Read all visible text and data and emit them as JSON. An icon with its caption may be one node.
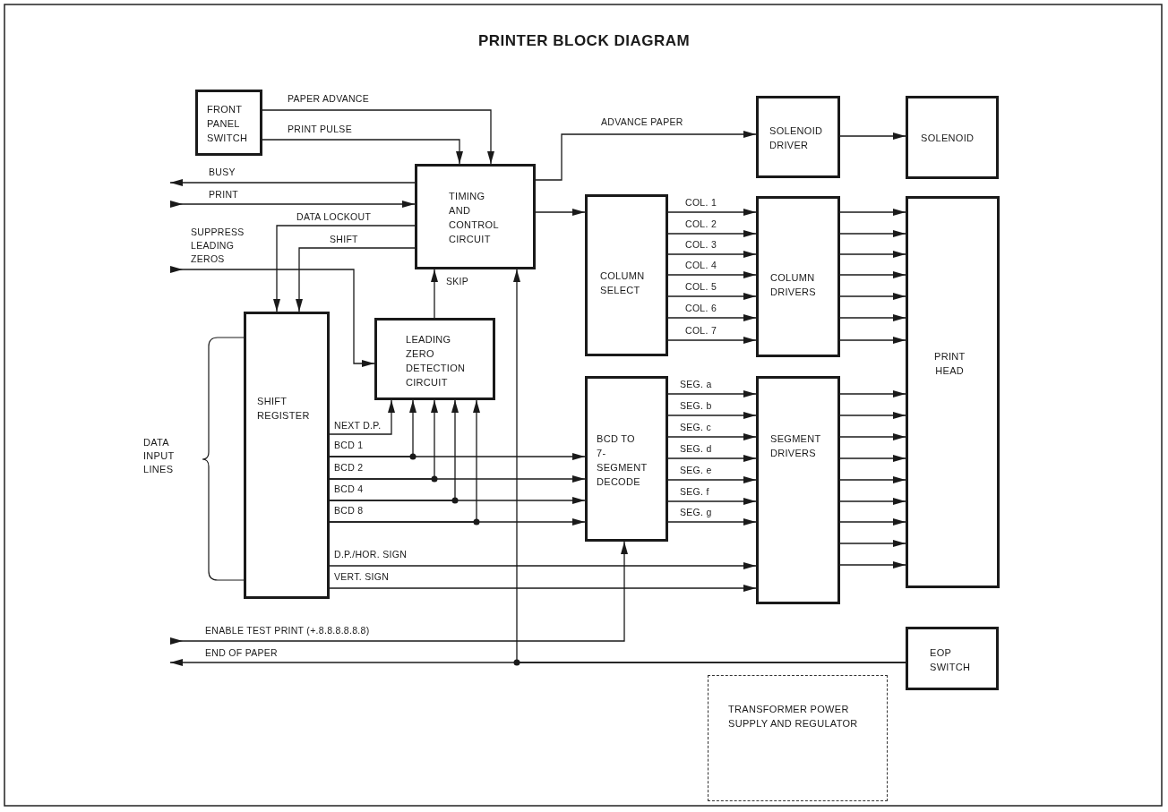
{
  "diagram": {
    "title": "PRINTER BLOCK DIAGRAM",
    "nodes": [
      {
        "text": [
          "FRONT PANEL SWITCH"
        ]
      },
      {
        "text": [
          "TIMING AND CONTROL CIRCUIT"
        ]
      },
      {
        "text": [
          "SOLENOID DRIVER"
        ]
      },
      {
        "text": [
          "SOLENOID"
        ]
      },
      {
        "text": [
          "COLUMN SELECT"
        ]
      },
      {
        "text": [
          "COLUMN DRIVERS"
        ]
      },
      {
        "text": [
          "PRINT HEAD"
        ]
      },
      {
        "text": [
          "LEADING ZERO DETECTION CIRCUIT"
        ]
      },
      {
        "text": [
          "SHIFT REGISTER"
        ]
      },
      {
        "text": [
          "BCD TO 7-SEGMENT DECODE"
        ]
      },
      {
        "text": [
          "SEGMENT DRIVERS"
        ]
      },
      {
        "text": [
          "EOP SWITCH"
        ]
      },
      {
        "text": [
          "TRANSFORMER POWER SUPPLY AND REGULATOR"
        ]
      }
    ],
    "edges": [
      {
        "from": 0,
        "to": 1,
        "arrow": "to",
        "label": "PAPER ADVANCE"
      },
      {
        "from": 0,
        "to": 1,
        "arrow": "to",
        "label": "PRINT PULSE"
      },
      {
        "from": 1,
        "to": null,
        "arrow": "to",
        "label": "BUSY"
      },
      {
        "from": null,
        "to": 1,
        "arrow": "to",
        "label": "PRINT"
      },
      {
        "from": 1,
        "to": 8,
        "arrow": "to",
        "label": "DATA LOCKOUT"
      },
      {
        "from": 1,
        "to": 8,
        "arrow": "to",
        "label": "SHIFT"
      },
      {
        "from": null,
        "to": 7,
        "arrow": "to",
        "label": "SUPPRESS LEADING ZEROS"
      },
      {
        "from": 7,
        "to": 1,
        "arrow": "to",
        "label": "SKIP"
      },
      {
        "from": 1,
        "to": 2,
        "arrow": "to",
        "label": "ADVANCE PAPER"
      },
      {
        "from": 1,
        "to": 4,
        "arrow": "to"
      },
      {
        "from": 2,
        "to": 3,
        "arrow": "to"
      },
      {
        "from": 4,
        "to": 5,
        "arrow": "to",
        "label": "COL. 1"
      },
      {
        "from": 4,
        "to": 5,
        "arrow": "to",
        "label": "COL. 2"
      },
      {
        "from": 4,
        "to": 5,
        "arrow": "to",
        "label": "COL. 3"
      },
      {
        "from": 4,
        "to": 5,
        "arrow": "to",
        "label": "COL. 4"
      },
      {
        "from": 4,
        "to": 5,
        "arrow": "to",
        "label": "COL. 5"
      },
      {
        "from": 4,
        "to": 5,
        "arrow": "to",
        "label": "COL. 6"
      },
      {
        "from": 4,
        "to": 5,
        "arrow": "to",
        "label": "COL. 7"
      },
      {
        "from": 5,
        "to": 6,
        "arrow": "to"
      },
      {
        "from": 5,
        "to": 6,
        "arrow": "to"
      },
      {
        "from": 5,
        "to": 6,
        "arrow": "to"
      },
      {
        "from": 5,
        "to": 6,
        "arrow": "to"
      },
      {
        "from": 5,
        "to": 6,
        "arrow": "to"
      },
      {
        "from": 5,
        "to": 6,
        "arrow": "to"
      },
      {
        "from": 5,
        "to": 6,
        "arrow": "to"
      },
      {
        "from": 8,
        "to": 7,
        "arrow": "to",
        "label": "NEXT D.P."
      },
      {
        "from": 8,
        "to": 9,
        "arrow": "to",
        "label": "BCD 1"
      },
      {
        "from": 8,
        "to": 7,
        "arrow": "to"
      },
      {
        "from": 8,
        "to": 9,
        "arrow": "to",
        "label": "BCD 2"
      },
      {
        "from": 8,
        "to": 7,
        "arrow": "to"
      },
      {
        "from": 8,
        "to": 9,
        "arrow": "to",
        "label": "BCD 4"
      },
      {
        "from": 8,
        "to": 7,
        "arrow": "to"
      },
      {
        "from": 8,
        "to": 9,
        "arrow": "to",
        "label": "BCD 8"
      },
      {
        "from": 8,
        "to": 7,
        "arrow": "to"
      },
      {
        "from": 8,
        "to": 10,
        "arrow": "to",
        "label": "D.P./HOR. SIGN"
      },
      {
        "from": 8,
        "to": 10,
        "arrow": "to",
        "label": "VERT. SIGN"
      },
      {
        "from": 9,
        "to": 10,
        "arrow": "to",
        "label": "SEG. a"
      },
      {
        "from": 9,
        "to": 10,
        "arrow": "to",
        "label": "SEG. b"
      },
      {
        "from": 9,
        "to": 10,
        "arrow": "to",
        "label": "SEG. c"
      },
      {
        "from": 9,
        "to": 10,
        "arrow": "to",
        "label": "SEG. d"
      },
      {
        "from": 9,
        "to": 10,
        "arrow": "to",
        "label": "SEG. e"
      },
      {
        "from": 9,
        "to": 10,
        "arrow": "to",
        "label": "SEG. f"
      },
      {
        "from": 9,
        "to": 10,
        "arrow": "to",
        "label": "SEG. g"
      },
      {
        "from": 10,
        "to": 6,
        "arrow": "to"
      },
      {
        "from": 10,
        "to": 6,
        "arrow": "to"
      },
      {
        "from": 10,
        "to": 6,
        "arrow": "to"
      },
      {
        "from": 10,
        "to": 6,
        "arrow": "to"
      },
      {
        "from": 10,
        "to": 6,
        "arrow": "to"
      },
      {
        "from": 10,
        "to": 6,
        "arrow": "to"
      },
      {
        "from": 10,
        "to": 6,
        "arrow": "to"
      },
      {
        "from": 10,
        "to": 6,
        "arrow": "to"
      },
      {
        "from": 10,
        "to": 6,
        "arrow": "to"
      },
      {
        "from": null,
        "to": 9,
        "arrow": "to",
        "label": "ENABLE TEST PRINT (+.8.8.8.8.8.8)"
      },
      {
        "from": 11,
        "to": null,
        "arrow": "to",
        "label": "END OF PAPER"
      },
      {
        "from": 11,
        "to": 1,
        "arrow": "to"
      }
    ],
    "labels": [
      "DATA INPUT LINES"
    ]
  }
}
